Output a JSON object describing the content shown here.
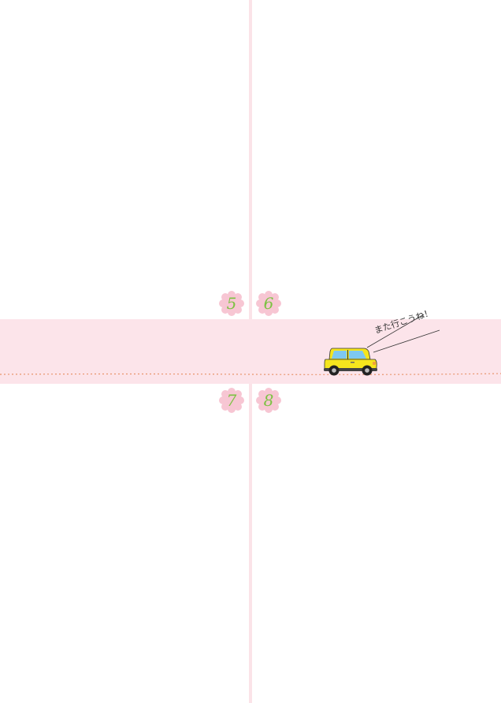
{
  "pages": {
    "top_left": "5",
    "top_right": "6",
    "bottom_left": "7",
    "bottom_right": "8"
  },
  "speech": {
    "text": "また行こうね！"
  },
  "colors": {
    "band": "#fce4ea",
    "divider": "#fbe3e8",
    "badge": "#f7c6d3",
    "number": "#7cc242",
    "car_body": "#f5e51d",
    "road_dots": "#e8936b"
  }
}
